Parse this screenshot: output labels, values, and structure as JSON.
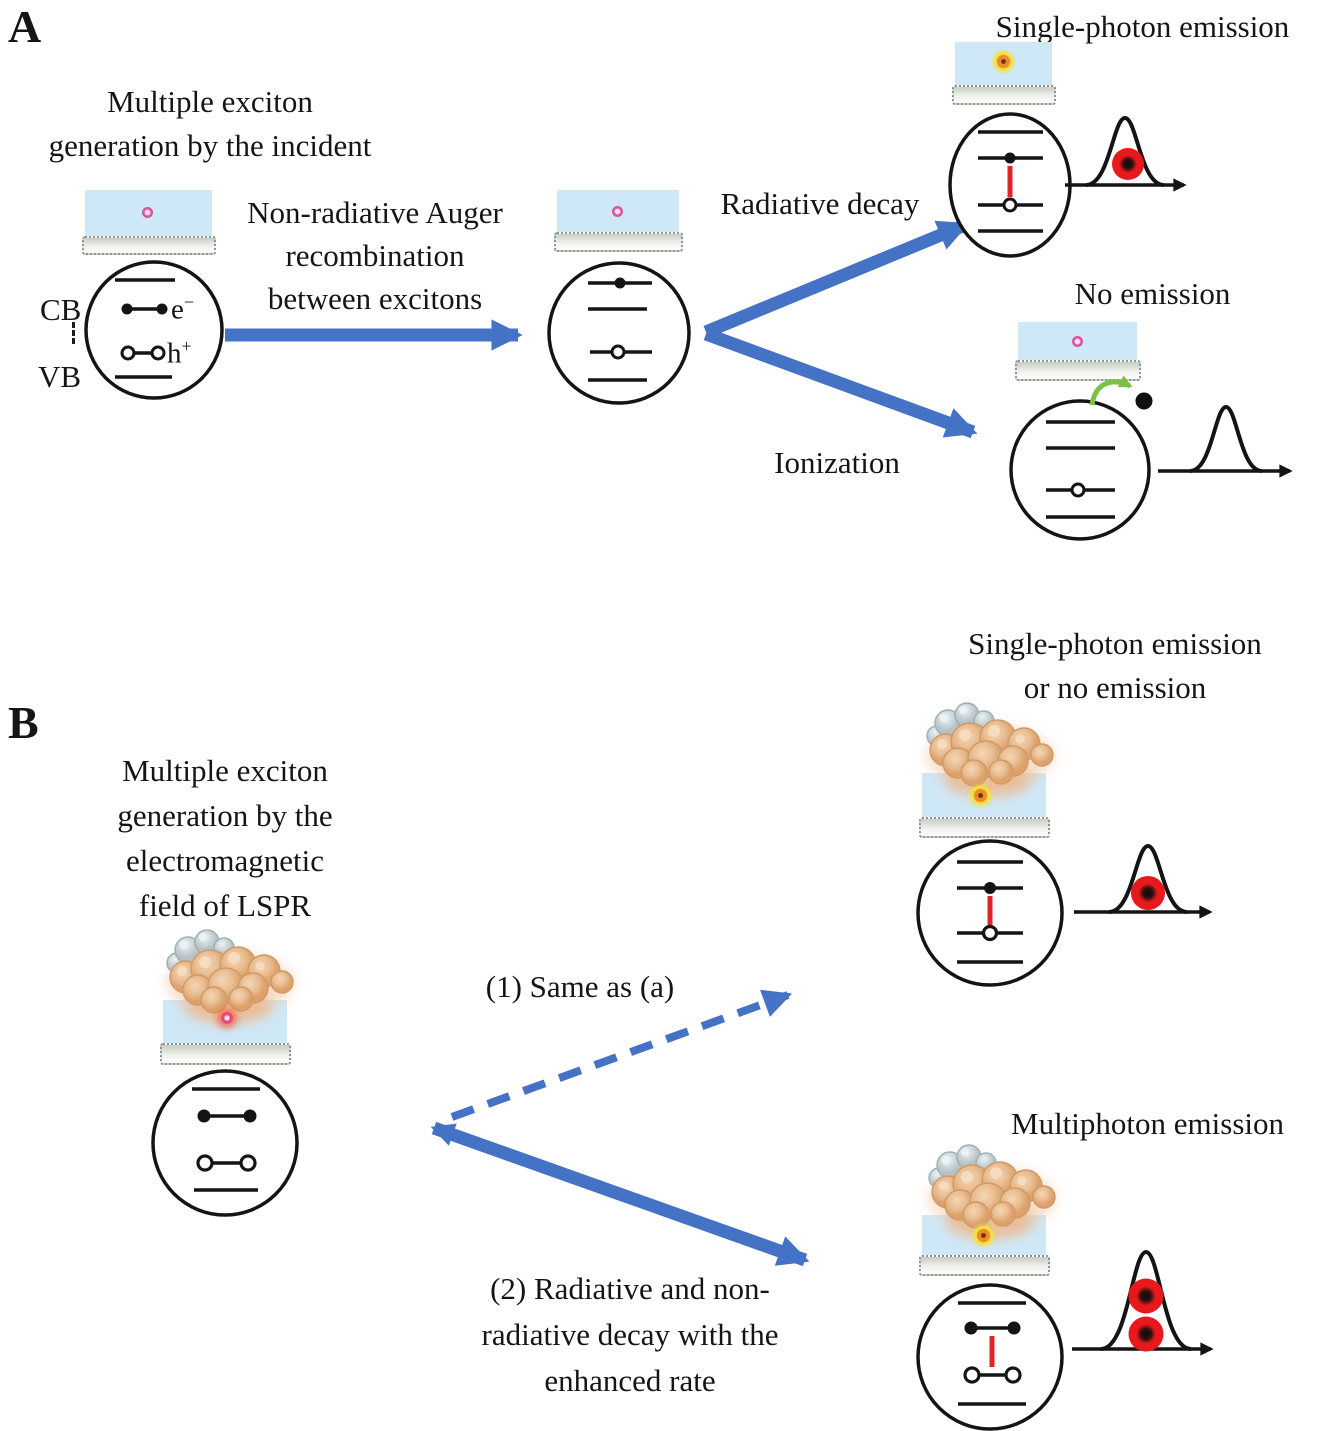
{
  "panel_a": {
    "label": "A",
    "intro": [
      "Multiple exciton",
      "generation by the incident"
    ],
    "band_labels": {
      "cb": "CB",
      "vb": "VB"
    },
    "carrier_labels": {
      "electron_base": "e",
      "electron_sup": "−",
      "hole_base": "h",
      "hole_sup": "+"
    },
    "process_arrow_label": [
      "Non-radiative Auger",
      "recombination",
      "between excitons"
    ],
    "branch_top_label": "Radiative decay",
    "branch_bottom_label": "Ionization",
    "outcome_top_title": "Single-photon emission",
    "outcome_bottom_title": "No emission"
  },
  "panel_b": {
    "label": "B",
    "intro": [
      "Multiple exciton",
      "generation by the",
      "electromagnetic",
      "field of LSPR"
    ],
    "branch_top_label": "(1) Same as (a)",
    "branch_bottom_label": [
      "(2) Radiative and non-",
      "radiative decay with the",
      "enhanced rate"
    ],
    "outcome_top_title": [
      "Single-photon emission",
      "or no emission"
    ],
    "outcome_bottom_title": "Multiphoton emission"
  },
  "colors": {
    "arrow_blue": "#4472c4",
    "film_blue": "#cfe8f8",
    "photon_red": "#e8191c",
    "exciton_dot_pink": "#d9539d",
    "excited_dot_yellow": "#f4e23c",
    "transition_red": "#dd2527",
    "ionization_arrow_green": "#7cc143",
    "nanoparticle_tan": "#e9bc92",
    "nanoparticle_gray": "#c6d1d4"
  }
}
